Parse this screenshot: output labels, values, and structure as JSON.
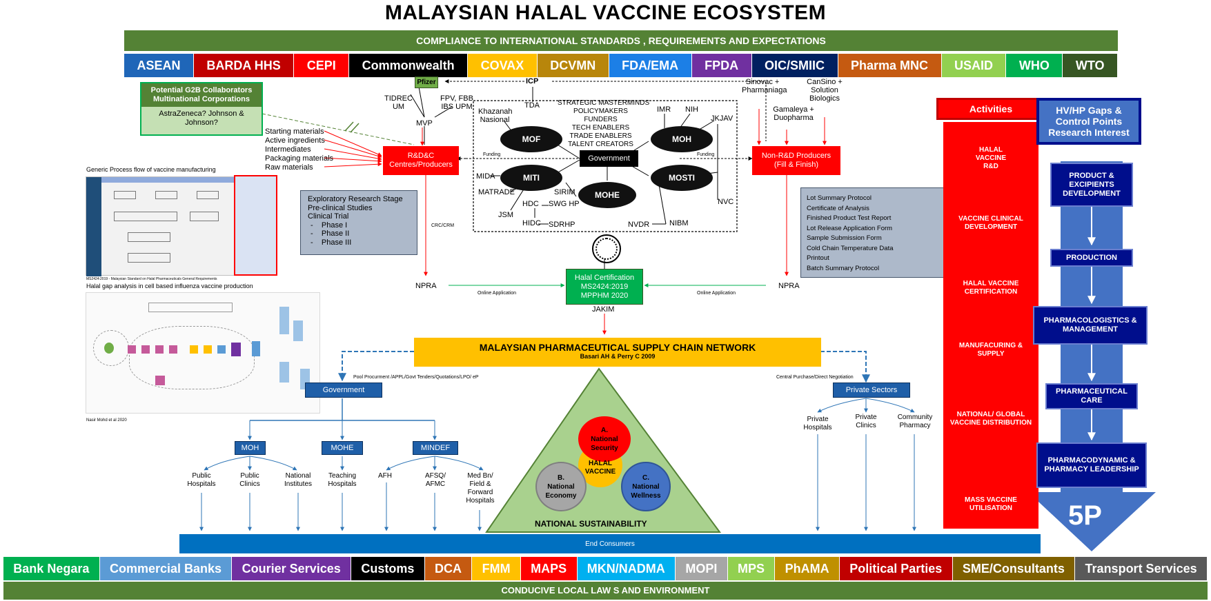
{
  "title": "MALAYSIAN HALAL VACCINE ECOSYSTEM",
  "top_band": {
    "text": "COMPLIANCE TO INTERNATIONAL STANDARDS ,  REQUIREMENTS AND EXPECTATIONS"
  },
  "top_orgs": [
    {
      "label": "ASEAN",
      "color": "#1f66b8"
    },
    {
      "label": "BARDA HHS",
      "color": "#c00000"
    },
    {
      "label": "CEPI",
      "color": "#ff0000"
    },
    {
      "label": "Commonwealth",
      "color": "#000000"
    },
    {
      "label": "COVAX",
      "color": "#ffc000"
    },
    {
      "label": "DCVMN",
      "color": "#b8860b"
    },
    {
      "label": "FDA/EMA",
      "color": "#1c7fe6"
    },
    {
      "label": "FPDA",
      "color": "#7030a0"
    },
    {
      "label": "OIC/SMIIC",
      "color": "#002060"
    },
    {
      "label": "Pharma MNC",
      "color": "#c55a11"
    },
    {
      "label": "USAID",
      "color": "#92d050"
    },
    {
      "label": "WHO",
      "color": "#00b050"
    },
    {
      "label": "WTO",
      "color": "#375623"
    }
  ],
  "bottom_orgs": [
    {
      "label": "Bank Negara",
      "color": "#00b050"
    },
    {
      "label": "Commercial Banks",
      "color": "#5b9bd5"
    },
    {
      "label": "Courier Services",
      "color": "#7030a0"
    },
    {
      "label": "Customs",
      "color": "#000000"
    },
    {
      "label": "DCA",
      "color": "#c55a11"
    },
    {
      "label": "FMM",
      "color": "#ffc000"
    },
    {
      "label": "MAPS",
      "color": "#ff0000"
    },
    {
      "label": "MKN/NADMA",
      "color": "#00b0f0"
    },
    {
      "label": "MOPI",
      "color": "#a6a6a6"
    },
    {
      "label": "MPS",
      "color": "#92d050"
    },
    {
      "label": "PhAMA",
      "color": "#bf9000"
    },
    {
      "label": "Political Parties",
      "color": "#c00000"
    },
    {
      "label": "SME/Consultants",
      "color": "#7f6000"
    },
    {
      "label": "Transport Services",
      "color": "#595959"
    }
  ],
  "bottom_band": {
    "text": "CONDUCIVE LOCAL LAW S AND ENVIRONMENT"
  },
  "g2b": {
    "title": "Potential G2B Collaborators Multinational Corporations",
    "body": "AstraZeneca? Johnson & Johnson?"
  },
  "pfizer": "Pfizer",
  "icp": "ICP",
  "tda": "TDA",
  "tidrec": "TIDREC UM",
  "fpv": "FPV, FBB IBS UPM",
  "mvp": "MVP",
  "materials": [
    "Starting materials",
    "Active ingredients",
    "Intermediates",
    "Packaging materials",
    "Raw materials"
  ],
  "rdc": "R&D&C Centres/Producers",
  "nonrd": "Non-R&D Producers (Fill & Finish)",
  "sinovac": "Sinovac + Pharmaniaga",
  "cansino": "CanSino + Solution Biologics",
  "gamaleya": "Gamaleya + Duopharma",
  "funding": "Funding",
  "gov_center": "Government",
  "strategic": [
    "STRATEGIC MASTERMINDS",
    "POLICYMAKERS",
    "FUNDERS",
    "TECH ENABLERS",
    "TRADE ENABLERS",
    "TALENT CREATORS"
  ],
  "ministries": {
    "mof": "MOF",
    "moh": "MOH",
    "miti": "MITI",
    "mosti": "MOSTI",
    "mohe": "MOHE"
  },
  "agencies": {
    "khazanah": "Khazanah Nasional",
    "imr": "IMR",
    "nih": "NIH",
    "jkjav": "JKJAV",
    "mida": "MIDA",
    "matrade": "MATRADE",
    "jsm": "JSM",
    "sirim": "SIRIM",
    "hdc": "HDC",
    "swg": "SWG HP",
    "hidc": "HIDC",
    "sdrhp": "SDRHP",
    "nvdr": "NVDR",
    "nibm": "NIBM",
    "nvc": "NVC"
  },
  "exploratory": [
    "Exploratory Research Stage",
    "Pre-clinical Studies",
    "Clinical Trial",
    "Phase I",
    "Phase II",
    "Phase III"
  ],
  "dossier": [
    "Lot Summary Protocol",
    "Certificate of Analysis",
    "Finished Product Test Report",
    "Lot Release Application Form",
    "Sample Submission Form",
    "Cold Chain Temperature Data",
    "Printout",
    "Batch Summary Protocol"
  ],
  "crc": "CRC/CRM",
  "npra_left": "NPRA",
  "npra_right": "NPRA",
  "online_left": "Online Application",
  "online_right": "Online Application",
  "halal_cert": "Halal Certification MS2424:2019 MPPHM 2020",
  "jakim": "JAKIM",
  "thumb1_caption": "Generic Process flow of vaccine manufacturing",
  "thumb1_foot": "MS2424:2019 - Malaysian Standard on Halal Pharmaceuticals General Requirements",
  "thumb2_caption": "Halal gap analysis in cell based influenza vaccine production",
  "thumb2_foot": "Nasir Mohd et al 2020",
  "supply_chain": {
    "title": "MALAYSIAN PHARMACEUTICAL SUPPLY CHAIN NETWORK",
    "sub": "Basari AH & Perry C 2009"
  },
  "pool": "Pool Procurment /APPL/Govt Tenders/Quotations/LPO/  eP",
  "central": "Central Purchase/Direct Negotiation",
  "government": "Government",
  "private_sectors": "Private Sectors",
  "gov_units": {
    "moh": "MOH",
    "mohe": "MOHE",
    "mindef": "MINDEF"
  },
  "endpoints": [
    "Public Hospitals",
    "Public Clinics",
    "National Institutes",
    "Teaching Hospitals",
    "AFH",
    "AFSQ/ AFMC",
    "Med Bn/ Field & Forward Hospitals"
  ],
  "private_endpoints": [
    "Private Hospitals",
    "Private Clinics",
    "Community Pharmacy"
  ],
  "end_consumers": "End Consumers",
  "triangle": {
    "a": "A. National Security",
    "b": "B. National Economy",
    "c": "C. National Wellness",
    "center": "HALAL VACCINE",
    "base": "NATIONAL SUSTAINABILITY"
  },
  "activities": {
    "header": "Activities",
    "items": [
      "HALAL VACCINE R&D",
      "VACCINE CLINICAL DEVELOPMENT",
      "HALAL VACCINE CERTIFICATION",
      "MANUFACURING & SUPPLY",
      "NATIONAL/ GLOBAL VACCINE DISTRIBUTION",
      "MASS VACCINE UTILISATION"
    ]
  },
  "hvhp": {
    "header": "HV/HP Gaps & Control Points Research Interest",
    "items": [
      "PRODUCT & EXCIPIENTS DEVELOPMENT",
      "PRODUCTION",
      "PHARMACOLOGISTICS & MANAGEMENT",
      "PHARMACEUTICAL CARE",
      "PHARMACODYNAMIC & PHARMACY LEADERSHIP"
    ],
    "big": "5P"
  }
}
